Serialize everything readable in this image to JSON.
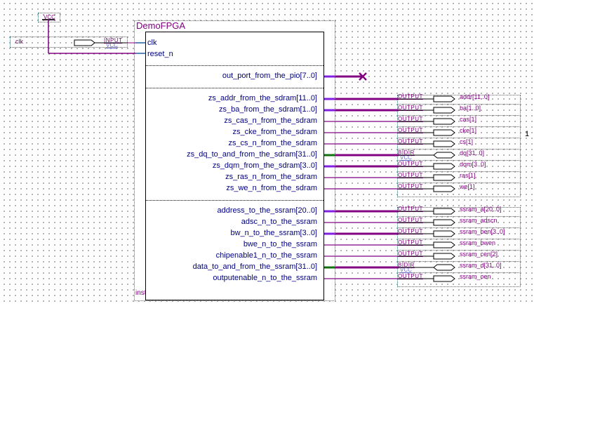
{
  "block": {
    "title": "DemoFPGA",
    "instance": "inst",
    "inputs": [
      {
        "name": "clk"
      },
      {
        "name": "reset_n"
      }
    ],
    "pio_outputs": [
      {
        "name": "out_port_from_the_pio[7..0]",
        "bus": true,
        "unconnected": true
      }
    ],
    "sdram_outputs": [
      {
        "name": "zs_addr_from_the_sdram[11..0]",
        "bus": true,
        "dir": "OUTPUT",
        "pin": "addr[11..0]"
      },
      {
        "name": "zs_ba_from_the_sdram[1..0]",
        "bus": true,
        "dir": "OUTPUT",
        "pin": "ba[1..0]"
      },
      {
        "name": "zs_cas_n_from_the_sdram",
        "bus": false,
        "dir": "OUTPUT",
        "pin": "cas[1]"
      },
      {
        "name": "zs_cke_from_the_sdram",
        "bus": false,
        "dir": "OUTPUT",
        "pin": "cke[1]"
      },
      {
        "name": "zs_cs_n_from_the_sdram",
        "bus": false,
        "dir": "OUTPUT",
        "pin": "cs[1]"
      },
      {
        "name": "zs_dq_to_and_from_the_sdram[31..0]",
        "bus": true,
        "bidir": true,
        "dir": "BIDIR",
        "pin": "dq[31..0]"
      },
      {
        "name": "zs_dqm_from_the_sdram[3..0]",
        "bus": true,
        "dir": "OUTPUT",
        "pin": "dqm[3..0]"
      },
      {
        "name": "zs_ras_n_from_the_sdram",
        "bus": false,
        "dir": "OUTPUT",
        "pin": "ras[1]"
      },
      {
        "name": "zs_we_n_from_the_sdram",
        "bus": false,
        "dir": "OUTPUT",
        "pin": "we[1]"
      }
    ],
    "ssram_outputs": [
      {
        "name": "address_to_the_ssram[20..0]",
        "bus": true,
        "dir": "OUTPUT",
        "pin": "ssram_a[20..0]"
      },
      {
        "name": "adsc_n_to_the_ssram",
        "bus": false,
        "dir": "OUTPUT",
        "pin": "ssram_adscn"
      },
      {
        "name": "bw_n_to_the_ssram[3..0]",
        "bus": true,
        "dir": "OUTPUT",
        "pin": "ssram_ben[3..0]"
      },
      {
        "name": "bwe_n_to_the_ssram",
        "bus": false,
        "dir": "OUTPUT",
        "pin": "ssram_bwen"
      },
      {
        "name": "chipenable1_n_to_the_ssram",
        "bus": false,
        "dir": "OUTPUT",
        "pin": "ssram_cen[2]"
      },
      {
        "name": "data_to_and_from_the_ssram[31..0]",
        "bus": true,
        "bidir": true,
        "dir": "BIDIR",
        "pin": "ssram_d[31..0]"
      },
      {
        "name": "outputenable_n_to_the_ssram",
        "bus": false,
        "dir": "OUTPUT",
        "pin": "ssram_oen"
      }
    ]
  },
  "vcc_symbol": {
    "label": "VCC"
  },
  "clk_input_pin": {
    "name": "clk",
    "dir": "INPUT",
    "default": "VCC"
  },
  "bidir_default": "VCC",
  "stray_label": "1",
  "colors": {
    "wire": "#800080",
    "bus_inside": "#8020e0",
    "bidir_inside": "#107010",
    "port_text": "#000080",
    "pin_text": "#800080",
    "symbol_border": "#2a7a7a",
    "input_wire": "#2060a0"
  }
}
